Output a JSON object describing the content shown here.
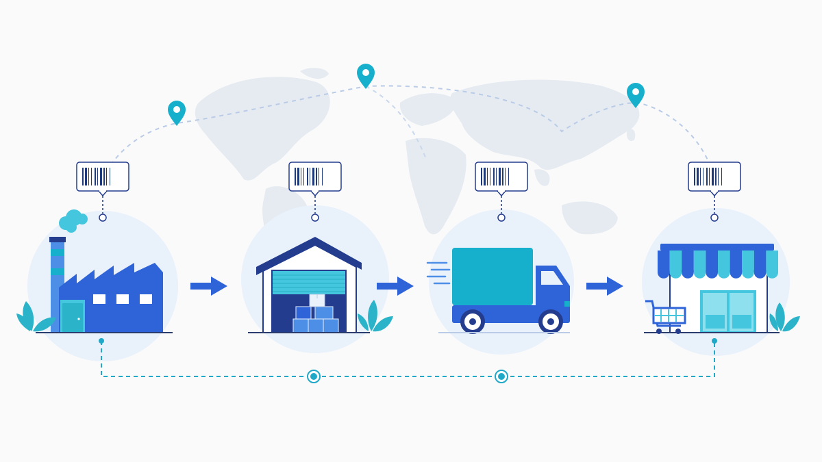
{
  "colors": {
    "background": "#fafafa",
    "primary_blue": "#2f63d8",
    "dark_navy": "#233c8e",
    "teal": "#17b0cc",
    "light_teal": "#44c6de",
    "sky_blue": "#4d8fe6",
    "circle_bg": "#e9f1fb",
    "map_gray": "#dfe6ef",
    "dashed_light": "#b9cbe6",
    "dashed_teal": "#1fa8c7",
    "leaf_teal": "#2bb4c9",
    "barcode_navy": "#1f3a7a"
  },
  "stages": [
    {
      "id": "factory",
      "icon": "factory-icon"
    },
    {
      "id": "warehouse",
      "icon": "warehouse-icon"
    },
    {
      "id": "delivery-truck",
      "icon": "delivery-truck-icon"
    },
    {
      "id": "retail-store",
      "icon": "storefront-icon"
    }
  ],
  "icons": {
    "barcode_tag": "barcode-tag-icon",
    "location_pin": "location-pin-icon",
    "flow_arrow": "arrow-right-icon",
    "tracking_node": "tracking-node-icon",
    "world_map": "world-map-icon",
    "shopping_cart": "shopping-cart-icon",
    "plant": "plant-leaves-icon"
  }
}
